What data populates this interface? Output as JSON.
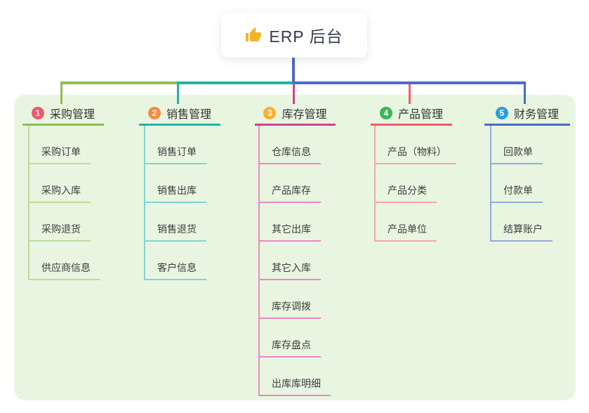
{
  "canvas": {
    "background": "#ffffff",
    "panel_background": "#e8f6e1"
  },
  "root": {
    "title": "ERP 后台",
    "icon": "thumbs-up-icon",
    "icon_color": "#f2b32c",
    "connector_color": "#5566c4"
  },
  "branches": [
    {
      "badge": "1",
      "label": "采购管理",
      "badge_color": "#f4566e",
      "line_color": "#8ebf4e",
      "child_line_color": "#bcdc9a",
      "children": [
        "采购订单",
        "采购入库",
        "采购退货",
        "供应商信息"
      ]
    },
    {
      "badge": "2",
      "label": "销售管理",
      "badge_color": "#f68b44",
      "line_color": "#1db4aa",
      "child_line_color": "#82d5ce",
      "children": [
        "销售订单",
        "销售出库",
        "销售退货",
        "客户信息"
      ]
    },
    {
      "badge": "3",
      "label": "库存管理",
      "badge_color": "#fbaf31",
      "line_color": "#d63d92",
      "child_line_color": "#ef87c3",
      "children": [
        "仓库信息",
        "产品库存",
        "其它出库",
        "其它入库",
        "库存调拨",
        "库存盘点",
        "出库库明细"
      ]
    },
    {
      "badge": "4",
      "label": "产品管理",
      "badge_color": "#3cb558",
      "line_color": "#f25b69",
      "child_line_color": "#f9a3ab",
      "children": [
        "产品（物料）",
        "产品分类",
        "产品单位"
      ]
    },
    {
      "badge": "5",
      "label": "财务管理",
      "badge_color": "#2b9fd9",
      "line_color": "#4a6bc8",
      "child_line_color": "#95aade",
      "children": [
        "回款单",
        "付款单",
        "结算账户"
      ]
    }
  ]
}
